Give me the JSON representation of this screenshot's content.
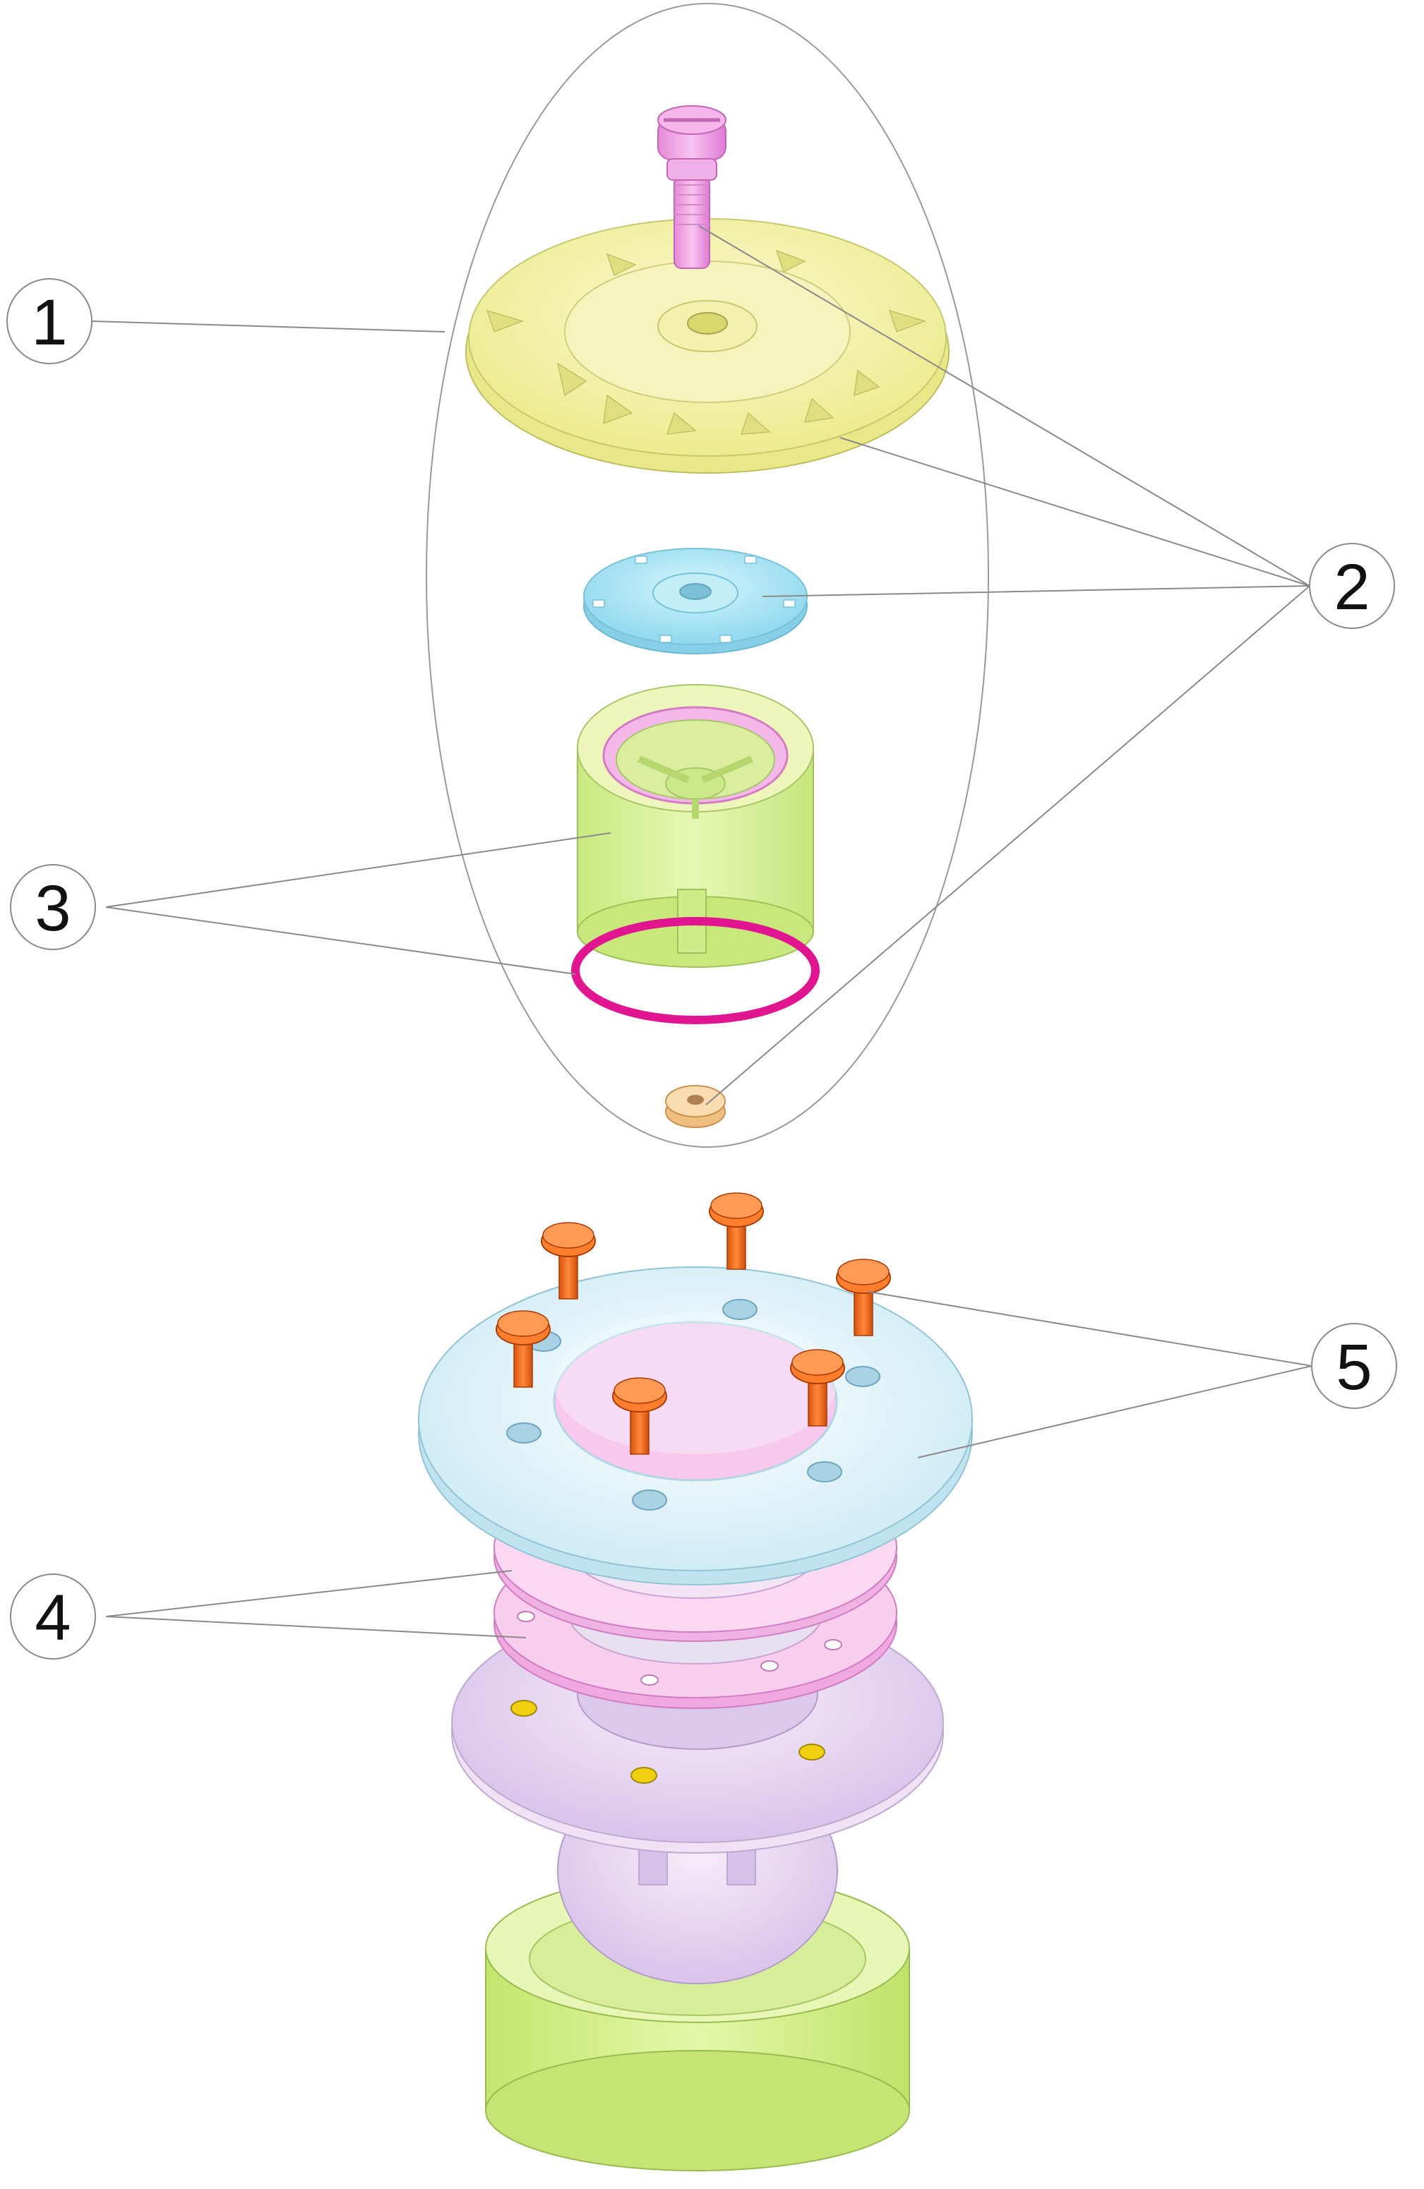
{
  "callouts": [
    {
      "id": "1",
      "label": "1"
    },
    {
      "id": "2",
      "label": "2"
    },
    {
      "id": "3",
      "label": "3"
    },
    {
      "id": "4",
      "label": "4"
    },
    {
      "id": "5",
      "label": "5"
    }
  ],
  "colors": {
    "leader": "#8a8a8a",
    "outline": "#9a9a9a",
    "cap_yellow": "#f4f2a6",
    "screw_pink": "#f09ae6",
    "disc_blue": "#a9e6f4",
    "cup_green": "#d8f29a",
    "oring_magenta": "#e0158f",
    "nut_peach": "#f7d29a",
    "screw_orange": "#f06a1a",
    "flange_blue": "#d9f2f8",
    "gasket_pink": "#f6c2ea",
    "ring_lilac": "#f1e6f4",
    "body_lilac": "#e2cff0",
    "base_green": "#d3f28a",
    "insert_yellow": "#f0d010"
  },
  "icons": [
    "callout-circle"
  ]
}
